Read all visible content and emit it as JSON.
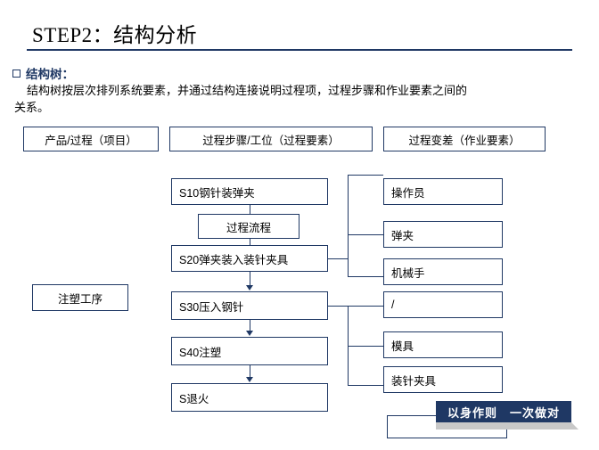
{
  "header": {
    "title": "STEP2：结构分析",
    "section_label": "结构树：",
    "paragraph_line1": "结构树按层次排列系统要素，并通过结构连接说明过程项，过程步骤和作业要素之间的",
    "paragraph_line2": "关系。"
  },
  "columns": [
    {
      "label": "产品/过程（项目）"
    },
    {
      "label": "过程步骤/工位（过程要素）"
    },
    {
      "label": "过程变差（作业要素）"
    }
  ],
  "left_column": {
    "item": "注塑工序"
  },
  "process_steps": [
    {
      "label": "S10钢针装弹夹"
    },
    {
      "label": "过程流程"
    },
    {
      "label": "S20弹夹装入装针夹具"
    },
    {
      "label": "S30压入钢针"
    },
    {
      "label": "S40注塑"
    },
    {
      "label": "S退火"
    }
  ],
  "work_elements": [
    {
      "label": "操作员"
    },
    {
      "label": "弹夹"
    },
    {
      "label": "机械手"
    },
    {
      "label": "/"
    },
    {
      "label": "模具"
    },
    {
      "label": "装针夹具"
    }
  ],
  "footer": {
    "slogan": "以身作则　一次做对"
  }
}
